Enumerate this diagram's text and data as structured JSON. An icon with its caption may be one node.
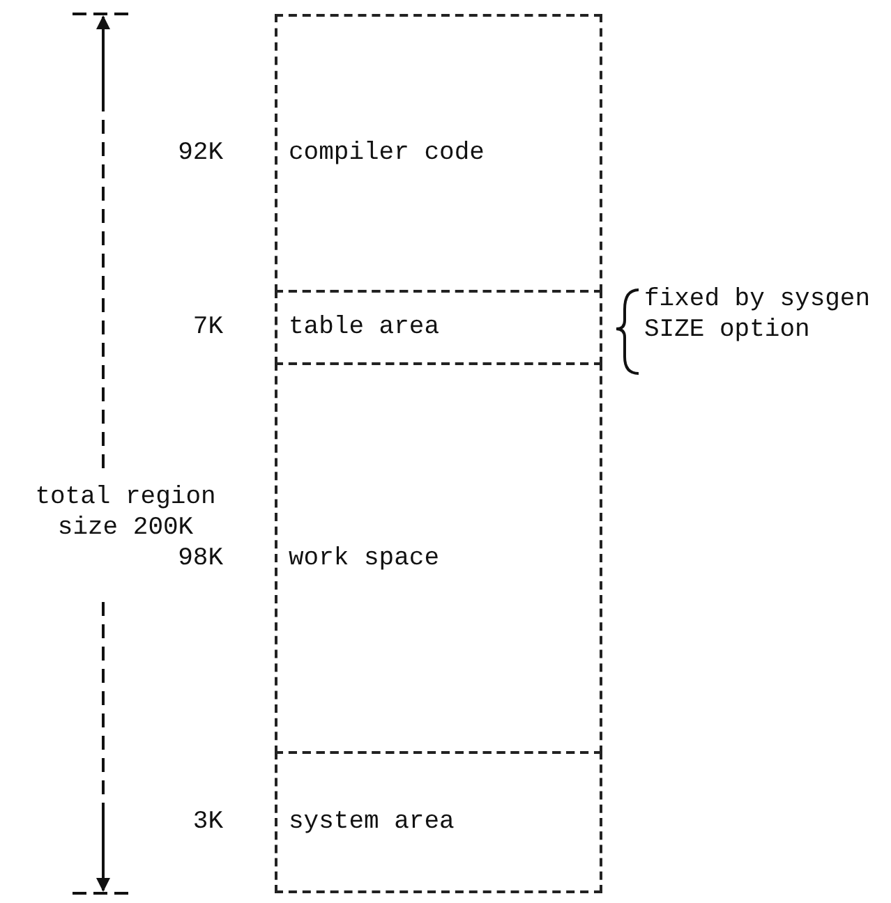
{
  "diagram": {
    "nodes": [
      {
        "text": [
          "compiler code"
        ],
        "beside": [
          "92K"
        ]
      },
      {
        "text": [
          "table area"
        ],
        "beside": [
          "7K"
        ]
      },
      {
        "text": [
          "work space"
        ],
        "beside": [
          "98K"
        ]
      },
      {
        "text": [
          "system area"
        ],
        "beside": [
          "3K"
        ]
      }
    ],
    "labels": [
      "total region size 200K",
      "fixed by sysgen SIZE option"
    ]
  }
}
